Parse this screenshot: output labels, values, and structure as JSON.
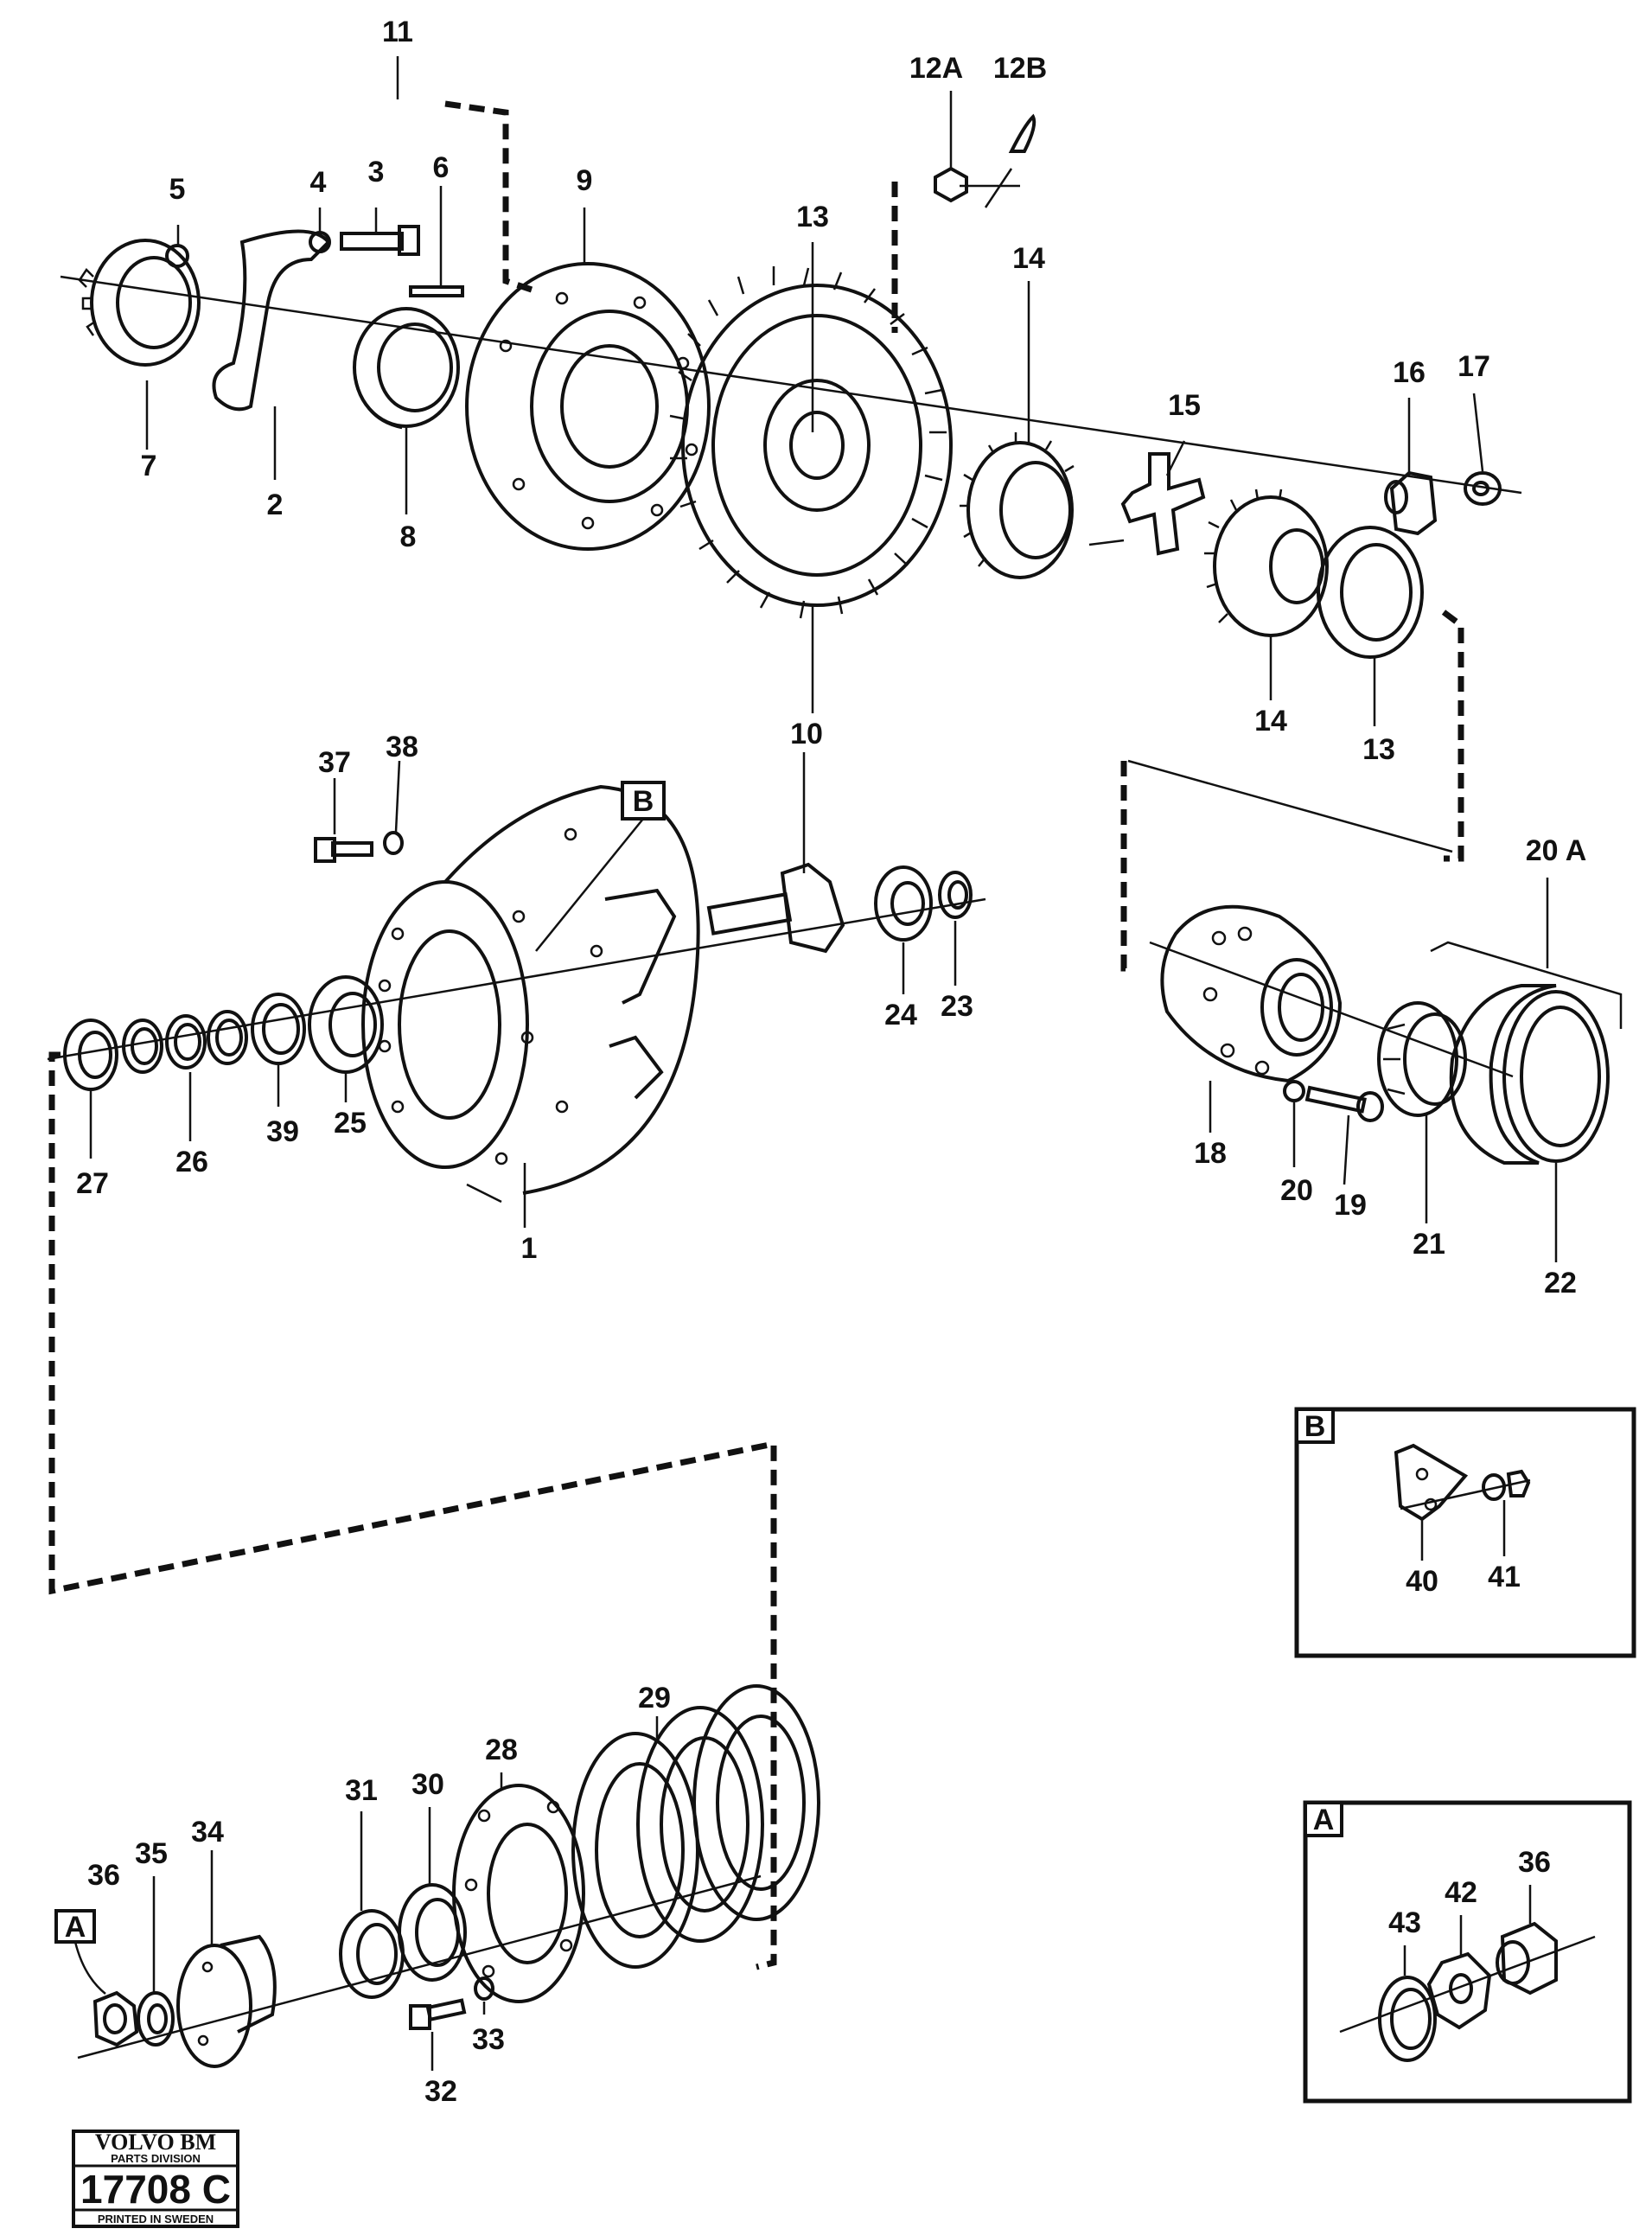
{
  "callouts": {
    "c1": "1",
    "c2": "2",
    "c3": "3",
    "c4": "4",
    "c5": "5",
    "c6": "6",
    "c7": "7",
    "c8": "8",
    "c9": "9",
    "c10": "10",
    "c11": "11",
    "c12a": "12A",
    "c12b": "12B",
    "c13a": "13",
    "c13b": "13",
    "c14a": "14",
    "c14b": "14",
    "c15": "15",
    "c16": "16",
    "c17": "17",
    "c18": "18",
    "c19": "19",
    "c20": "20",
    "c20a": "20 A",
    "c21": "21",
    "c22": "22",
    "c23": "23",
    "c24": "24",
    "c25": "25",
    "c26": "26",
    "c27": "27",
    "c28": "28",
    "c29": "29",
    "c30": "30",
    "c31": "31",
    "c32": "32",
    "c33": "33",
    "c34": "34",
    "c35": "35",
    "c36a": "36",
    "c36b": "36",
    "c37": "37",
    "c38": "38",
    "c39": "39",
    "c40": "40",
    "c41": "41",
    "c42": "42",
    "c43": "43"
  },
  "refs": {
    "ref_b_main": "B",
    "ref_b_inset": "B",
    "ref_a_main": "A",
    "ref_a_inset": "A"
  },
  "stamp": {
    "brand": "VOLVO BM",
    "division": "PARTS DIVISION",
    "number": "17708 C",
    "printed": "PRINTED IN SWEDEN"
  }
}
